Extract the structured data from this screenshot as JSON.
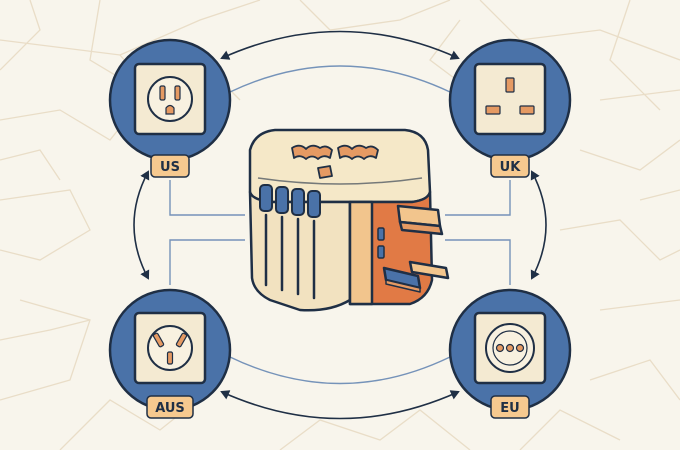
{
  "colors": {
    "background": "#f8f5ec",
    "map_lines": "#e9ddc7",
    "outline": "#1f2f45",
    "circle_blue": "#4a72a8",
    "socket_face": "#f4ead2",
    "hole": "#e59a63",
    "tag_fill": "#f6c98f",
    "adapter_orange": "#e17a45",
    "adapter_tan": "#f2c58d",
    "adapter_cream": "#f5e8c8",
    "slider_blue": "#4a72a8"
  },
  "icons": {
    "center": "universal-travel-adapter-icon",
    "us": "us-outlet-icon",
    "uk": "uk-outlet-icon",
    "aus": "aus-outlet-icon",
    "eu": "eu-outlet-icon",
    "arrows": "double-arrow-icon"
  },
  "regions": {
    "us": {
      "label": "US"
    },
    "uk": {
      "label": "UK"
    },
    "aus": {
      "label": "AUS"
    },
    "eu": {
      "label": "EU"
    }
  }
}
